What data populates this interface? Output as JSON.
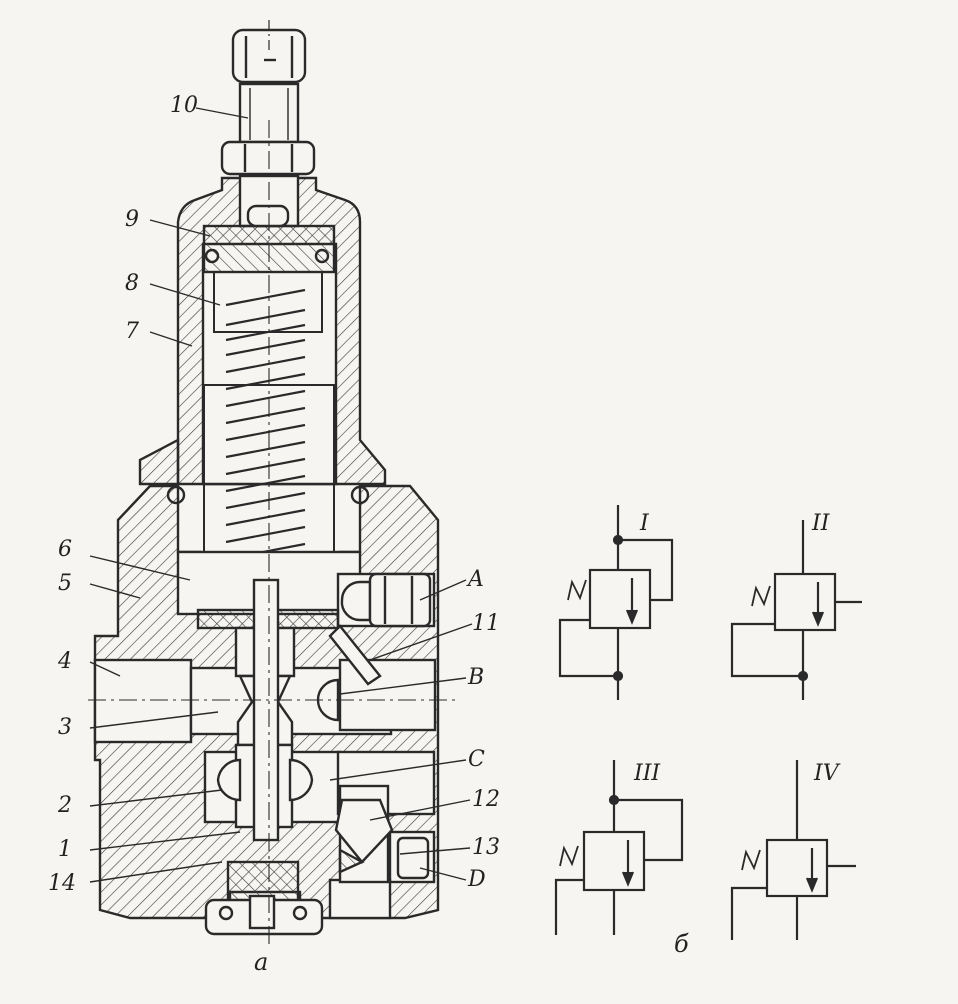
{
  "labels": {
    "n1": "1",
    "n2": "2",
    "n3": "3",
    "n4": "4",
    "n5": "5",
    "n6": "6",
    "n7": "7",
    "n8": "8",
    "n9": "9",
    "n10": "10",
    "n11": "11",
    "n12": "12",
    "n13": "13",
    "n14": "14",
    "A": "A",
    "B": "B",
    "C": "C",
    "D": "D"
  },
  "captions": {
    "a": "a",
    "b": "б"
  },
  "symbols": {
    "I": "I",
    "II": "II",
    "III": "III",
    "IV": "IV"
  },
  "colors": {
    "ink": "#2a2a2a",
    "paper": "#f6f5f1"
  }
}
